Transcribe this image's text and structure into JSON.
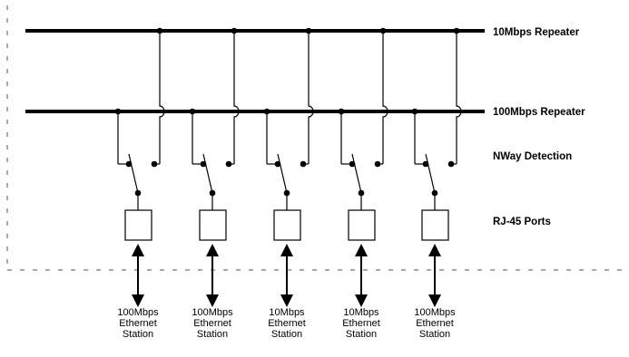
{
  "labels": {
    "repeater_10": "10Mbps Repeater",
    "repeater_100": "100Mbps Repeater",
    "nway": "NWay Detection",
    "rj45": "RJ-45 Ports"
  },
  "stations": [
    {
      "speed": "100Mbps",
      "line2": "Ethernet",
      "line3": "Station"
    },
    {
      "speed": "100Mbps",
      "line2": "Ethernet",
      "line3": "Station"
    },
    {
      "speed": "10Mbps",
      "line2": "Ethernet",
      "line3": "Station"
    },
    {
      "speed": "10Mbps",
      "line2": "Ethernet",
      "line3": "Station"
    },
    {
      "speed": "100Mbps",
      "line2": "Ethernet",
      "line3": "Station"
    }
  ],
  "colors": {
    "line": "#000000",
    "border": "#555555"
  }
}
